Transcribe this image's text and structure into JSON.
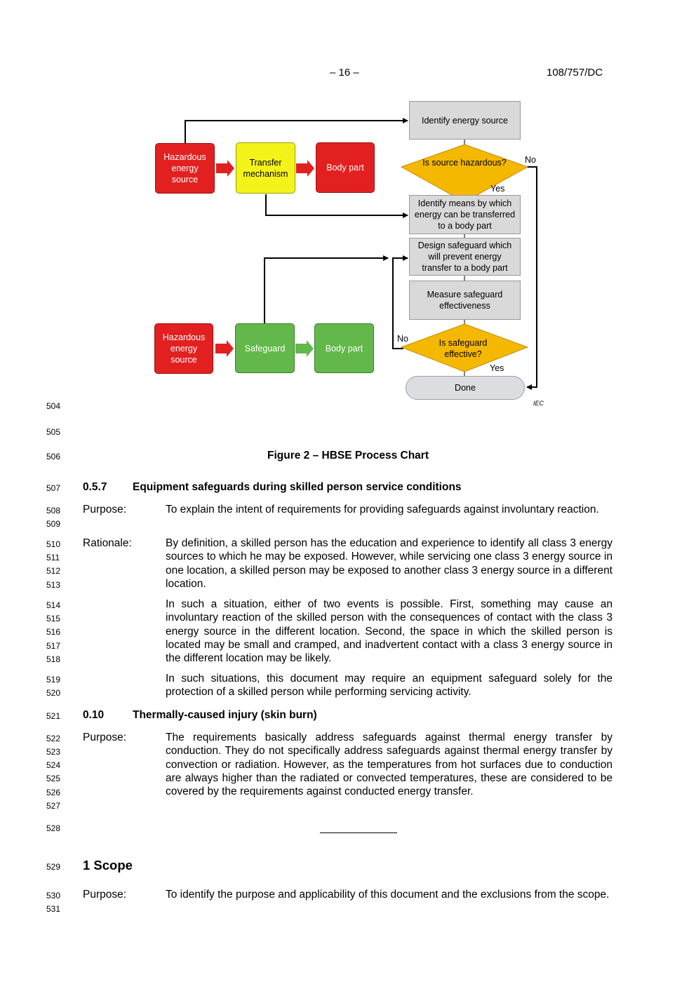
{
  "header": {
    "page_number": "– 16 –",
    "doc_ref": "108/757/DC"
  },
  "flowchart": {
    "top_row": [
      "Hazardous energy source",
      "Transfer mechanism",
      "Body part"
    ],
    "bottom_row": [
      "Hazardous energy source",
      "Safeguard",
      "Body part"
    ],
    "steps": {
      "identify_source": "Identify energy source",
      "is_hazardous": "Is source hazardous?",
      "identify_means": "Identify means by which energy can be transferred to a body part",
      "design_safeguard": "Design safeguard which will prevent energy transfer to a body part",
      "measure": "Measure safeguard effectiveness",
      "is_effective": "Is safeguard effective?",
      "done": "Done"
    },
    "labels": {
      "no1": "No",
      "yes1": "Yes",
      "no2": "No",
      "yes2": "Yes"
    },
    "watermark": "IEC",
    "colors": {
      "red": "#e32020",
      "yellow": "#f3f31a",
      "green": "#62b84a",
      "grey": "#d9d9d9",
      "diamond": "#f5b800"
    }
  },
  "line_numbers": {
    "n504": "504",
    "n505": "505",
    "n506": "506",
    "n507": "507",
    "n508": "508",
    "n509": "509",
    "n510": "510",
    "n511": "511",
    "n512": "512",
    "n513": "513",
    "n514": "514",
    "n515": "515",
    "n516": "516",
    "n517": "517",
    "n518": "518",
    "n519": "519",
    "n520": "520",
    "n521": "521",
    "n522": "522",
    "n523": "523",
    "n524": "524",
    "n525": "525",
    "n526": "526",
    "n527": "527",
    "n528": "528",
    "n529": "529",
    "n530": "530",
    "n531": "531"
  },
  "figure_caption": "Figure 2 – HBSE Process Chart",
  "section_057": {
    "number": "0.5.7",
    "title": "Equipment safeguards during skilled person service conditions",
    "purpose_label": "Purpose:",
    "purpose_text": "To explain the intent of requirements for providing safeguards against involuntary reaction.",
    "rationale_label": "Rationale:",
    "rationale_p1": "By definition, a skilled person has the education and experience to identify all class 3 energy sources to which he may be exposed. However, while servicing one class 3 energy source in one location, a skilled person may be exposed to another class 3 energy source in a different location.",
    "rationale_p2": "In such a situation, either of two events is possible. First, something may cause an involuntary reaction of the skilled person with the consequences of contact with the class 3 energy source in the different location. Second, the space in which the skilled person is located may be small and cramped, and inadvertent contact with a class 3 energy source in the different location may be likely.",
    "rationale_p3": "In such situations, this document may require an equipment safeguard solely for the protection of a skilled person while performing servicing activity."
  },
  "section_010": {
    "number": "0.10",
    "title": "Thermally-caused injury (skin burn)",
    "purpose_label": "Purpose:",
    "purpose_text": "The requirements basically address safeguards against thermal energy transfer by conduction. They do not specifically address safeguards against thermal energy transfer by convection or radiation. However, as the temperatures from hot surfaces due to conduction are always higher than the radiated or convected temperatures, these are considered to be covered by the requirements against conducted energy transfer."
  },
  "section_1": {
    "title": "1 Scope",
    "purpose_label": "Purpose:",
    "purpose_text": "To identify the purpose and applicability of this document and the exclusions from the scope."
  }
}
